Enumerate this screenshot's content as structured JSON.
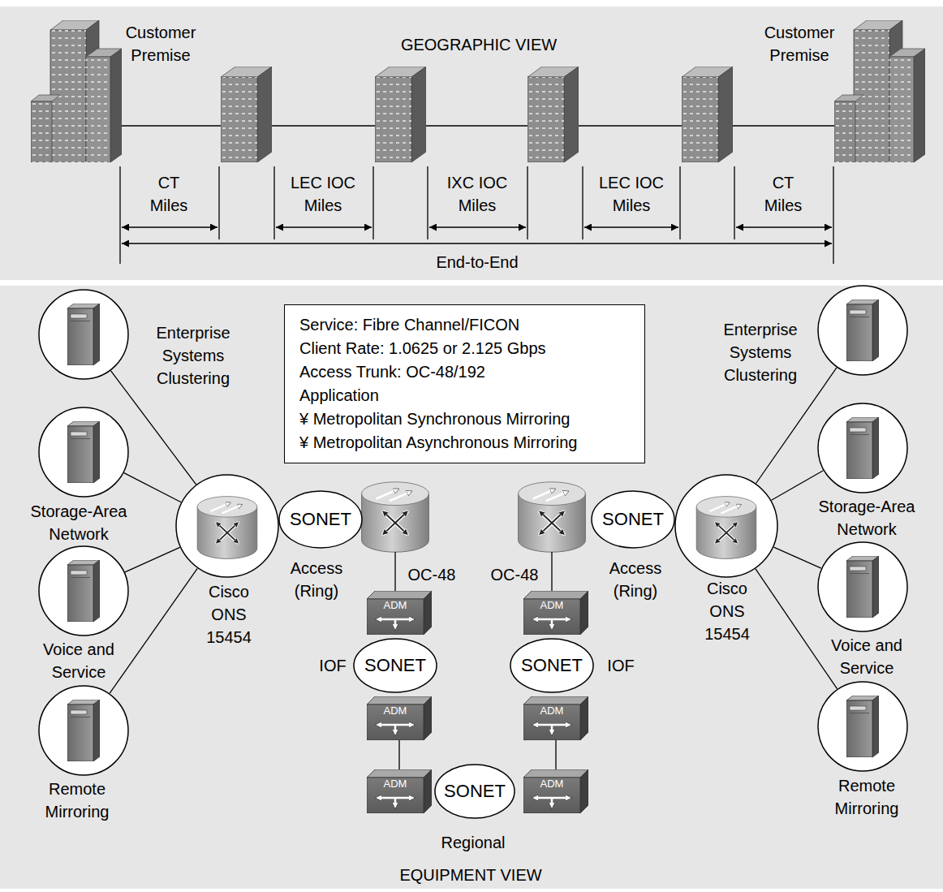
{
  "diagram": {
    "nodes": [
      {
        "text": [
          "GEOGRAPHIC VIEW"
        ]
      },
      {
        "text": [
          "EQUIPMENT VIEW"
        ]
      },
      {
        "text": [
          "Service: Fibre Channel/FICON",
          "Client Rate: 1.0625 or 2.125 Gbps",
          "Access Trunk: OC-48/192",
          "Application",
          "¥ Metropolitan Synchronous Mirroring",
          "¥ Metropolitan Asynchronous Mirroring"
        ],
        "in": 1
      },
      {
        "text": [
          "Enterprise Systems Clustering"
        ],
        "in": 1
      },
      {
        "text": [
          "Storage-Area Network"
        ],
        "in": 1
      },
      {
        "text": [
          "Voice and Service"
        ],
        "in": 1
      },
      {
        "text": [
          "Remote Mirroring"
        ],
        "in": 1
      },
      {
        "text": [
          "Cisco ONS 15454"
        ],
        "in": 1
      },
      {
        "text": [
          "SONET"
        ],
        "in": 1
      },
      {
        "text": [
          "ADM"
        ],
        "in": 1
      },
      {
        "text": [
          "SONET"
        ],
        "in": 1
      },
      {
        "text": [
          "ADM"
        ],
        "in": 1
      },
      {
        "text": [
          "ADM"
        ],
        "in": 1
      },
      {
        "text": [
          "SONET"
        ],
        "in": 1
      },
      {
        "text": [
          "ADM"
        ],
        "in": 1
      },
      {
        "text": [
          "ADM"
        ],
        "in": 1
      },
      {
        "text": [
          "SONET"
        ],
        "in": 1
      },
      {
        "text": [
          "ADM"
        ],
        "in": 1
      },
      {
        "text": [
          "SONET"
        ],
        "in": 1
      },
      {
        "text": [
          "Cisco ONS 15454"
        ],
        "in": 1
      },
      {
        "text": [
          "Enterprise Systems Clustering"
        ],
        "in": 1
      },
      {
        "text": [
          "Storage-Area Network"
        ],
        "in": 1
      },
      {
        "text": [
          "Voice and Service"
        ],
        "in": 1
      },
      {
        "text": [
          "Remote Mirroring"
        ],
        "in": 1
      }
    ],
    "edges": [
      {
        "from": 7,
        "to": 3,
        "arrow": "none"
      },
      {
        "from": 7,
        "to": 4,
        "arrow": "none"
      },
      {
        "from": 7,
        "to": 5,
        "arrow": "none"
      },
      {
        "from": 7,
        "to": 6,
        "arrow": "none"
      },
      {
        "from": 11,
        "to": 12,
        "arrow": "none"
      },
      {
        "from": 15,
        "to": 14,
        "arrow": "none"
      },
      {
        "from": 19,
        "to": 20,
        "arrow": "none"
      },
      {
        "from": 19,
        "to": 21,
        "arrow": "none"
      },
      {
        "from": 19,
        "to": 22,
        "arrow": "none"
      },
      {
        "from": 19,
        "to": 23,
        "arrow": "none"
      }
    ],
    "labels": [
      "Customer Premise",
      "Customer Premise",
      "CT Miles",
      "LEC IOC Miles",
      "IXC IOC Miles",
      "LEC IOC Miles",
      "CT Miles",
      "End-to-End",
      "Access (Ring)",
      "OC-48",
      "IOF",
      "Regional",
      "Access (Ring)",
      "OC-48",
      "IOF"
    ]
  }
}
